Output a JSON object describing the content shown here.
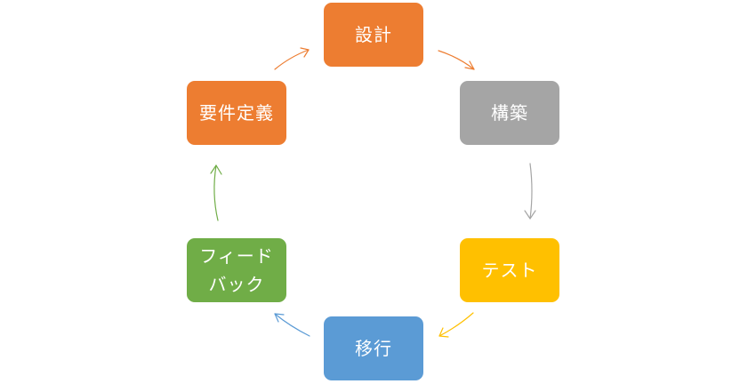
{
  "nodes": [
    {
      "id": "node-design",
      "label": "設計",
      "color": "#ED7D31"
    },
    {
      "id": "node-build",
      "label": "構築",
      "color": "#A5A5A5"
    },
    {
      "id": "node-test",
      "label": "テスト",
      "color": "#FFC000"
    },
    {
      "id": "node-migrate",
      "label": "移行",
      "color": "#5B9BD5"
    },
    {
      "id": "node-feedback",
      "label": "フィード\nバック",
      "color": "#70AD47"
    },
    {
      "id": "node-require",
      "label": "要件定義",
      "color": "#ED7D31"
    }
  ],
  "arrow_colors": {
    "design_to_build": "#ED7D31",
    "build_to_test": "#A5A5A5",
    "test_to_migrate": "#FFC000",
    "migrate_to_feedback": "#5B9BD5",
    "feedback_to_require": "#70AD47",
    "require_to_design": "#ED7D31"
  }
}
